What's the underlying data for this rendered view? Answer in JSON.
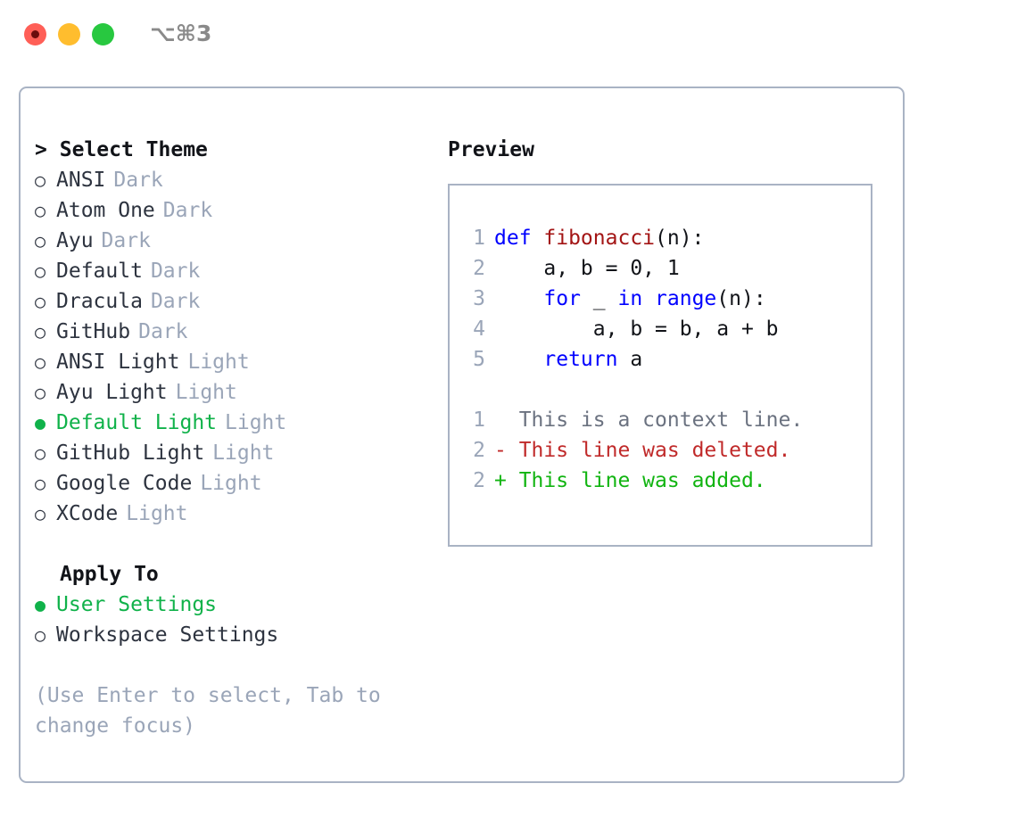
{
  "window": {
    "title": "⌥⌘3",
    "traffic_lights": [
      "close",
      "minimize",
      "maximize"
    ]
  },
  "theme_list": {
    "heading": "Select Theme",
    "caret": ">",
    "bullet_selected": "●",
    "bullet_unselected": "○",
    "items": [
      {
        "label": "ANSI",
        "tag": "Dark",
        "selected": false
      },
      {
        "label": "Atom One",
        "tag": "Dark",
        "selected": false
      },
      {
        "label": "Ayu",
        "tag": "Dark",
        "selected": false
      },
      {
        "label": "Default",
        "tag": "Dark",
        "selected": false
      },
      {
        "label": "Dracula",
        "tag": "Dark",
        "selected": false
      },
      {
        "label": "GitHub",
        "tag": "Dark",
        "selected": false
      },
      {
        "label": "ANSI Light",
        "tag": "Light",
        "selected": false
      },
      {
        "label": "Ayu Light",
        "tag": "Light",
        "selected": false
      },
      {
        "label": "Default Light",
        "tag": "Light",
        "selected": true
      },
      {
        "label": "GitHub Light",
        "tag": "Light",
        "selected": false
      },
      {
        "label": "Google Code",
        "tag": "Light",
        "selected": false
      },
      {
        "label": "XCode",
        "tag": "Light",
        "selected": false
      }
    ]
  },
  "apply_to": {
    "heading": "Apply To",
    "items": [
      {
        "label": "User Settings",
        "selected": true
      },
      {
        "label": "Workspace Settings",
        "selected": false
      }
    ]
  },
  "hint": "(Use Enter to select, Tab to change focus)",
  "preview": {
    "title": "Preview",
    "code_lines": [
      {
        "n": "1",
        "tokens": [
          {
            "t": "def ",
            "c": "kw"
          },
          {
            "t": "fibonacci",
            "c": "fn"
          },
          {
            "t": "(n):",
            "c": "pl"
          }
        ]
      },
      {
        "n": "2",
        "tokens": [
          {
            "t": "    a, b = 0, 1",
            "c": "pl"
          }
        ]
      },
      {
        "n": "3",
        "tokens": [
          {
            "t": "    ",
            "c": "pl"
          },
          {
            "t": "for",
            "c": "kw"
          },
          {
            "t": " _ ",
            "c": "pl"
          },
          {
            "t": "in",
            "c": "kw"
          },
          {
            "t": " ",
            "c": "pl"
          },
          {
            "t": "range",
            "c": "kw"
          },
          {
            "t": "(n):",
            "c": "pl"
          }
        ]
      },
      {
        "n": "4",
        "tokens": [
          {
            "t": "        a, b = b, a + b",
            "c": "pl"
          }
        ]
      },
      {
        "n": "5",
        "tokens": [
          {
            "t": "    ",
            "c": "pl"
          },
          {
            "t": "return",
            "c": "kw"
          },
          {
            "t": " a",
            "c": "pl"
          }
        ]
      }
    ],
    "diff_lines": [
      {
        "n": "1",
        "marker": " ",
        "text": " This is a context line.",
        "kind": "ctx"
      },
      {
        "n": "2",
        "marker": "-",
        "text": " This line was deleted.",
        "kind": "del"
      },
      {
        "n": "2",
        "marker": "+",
        "text": " This line was added.",
        "kind": "add"
      }
    ]
  },
  "colors": {
    "accent_green": "#10b24a",
    "border": "#a9b3c4",
    "muted": "#9aa5b8",
    "keyword_blue": "#0000ff",
    "function_red": "#a31515",
    "diff_delete": "#c02a2a",
    "diff_add": "#11b411",
    "traffic_close": "#ff5f57",
    "traffic_min": "#ffbd2e",
    "traffic_max": "#28c840"
  }
}
